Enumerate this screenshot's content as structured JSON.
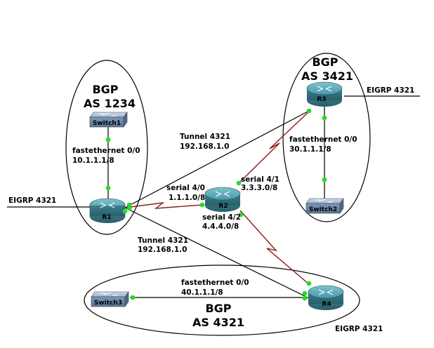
{
  "diagram": {
    "devices": {
      "r1": "R1",
      "r2": "R2",
      "r3": "R3",
      "r4": "R4",
      "switch1": "Switch1",
      "switch2": "Switch2",
      "switch3": "Switch3"
    },
    "groups": {
      "left_bgp": "BGP",
      "left_as": "AS 1234",
      "right_bgp": "BGP",
      "right_as": "AS 3421",
      "bottom_bgp": "BGP",
      "bottom_as": "AS 4321"
    },
    "eigrp": {
      "left": "EIGRP  4321",
      "right": "EIGRP  4321",
      "bottom": "EIGRP  4321"
    },
    "links": {
      "sw1_r1_iface": "fastethernet 0/0",
      "sw1_r1_ip": "10.1.1.1/8",
      "tunnel_r1_r3_name": "Tunnel 4321",
      "tunnel_r1_r3_ip": "192.168.1.0",
      "r1_r2_iface": "serial 4/0",
      "r1_r2_ip": "1.1.1.0/8",
      "r2_r3_iface": "serial 4/1",
      "r2_r3_ip": "3.3.3.0/8",
      "r2_r4_iface": "serial 4/2",
      "r2_r4_ip": "4.4.4.0/8",
      "r3_sw2_iface": "fastethernet 0/0",
      "r3_sw2_ip": "30.1.1.1/8",
      "tunnel_r1_r4_name": "Tunnel 4321",
      "tunnel_r1_r4_ip": "192.168.1.0",
      "sw3_r4_iface": "fastethernet 0/0",
      "sw3_r4_ip": "40.1.1.1/8"
    },
    "colors": {
      "serial_link": "#8b1a1a",
      "port_dot": "#22dd22",
      "router_body": "#3f8796",
      "switch_body": "#8aa7c4"
    }
  }
}
